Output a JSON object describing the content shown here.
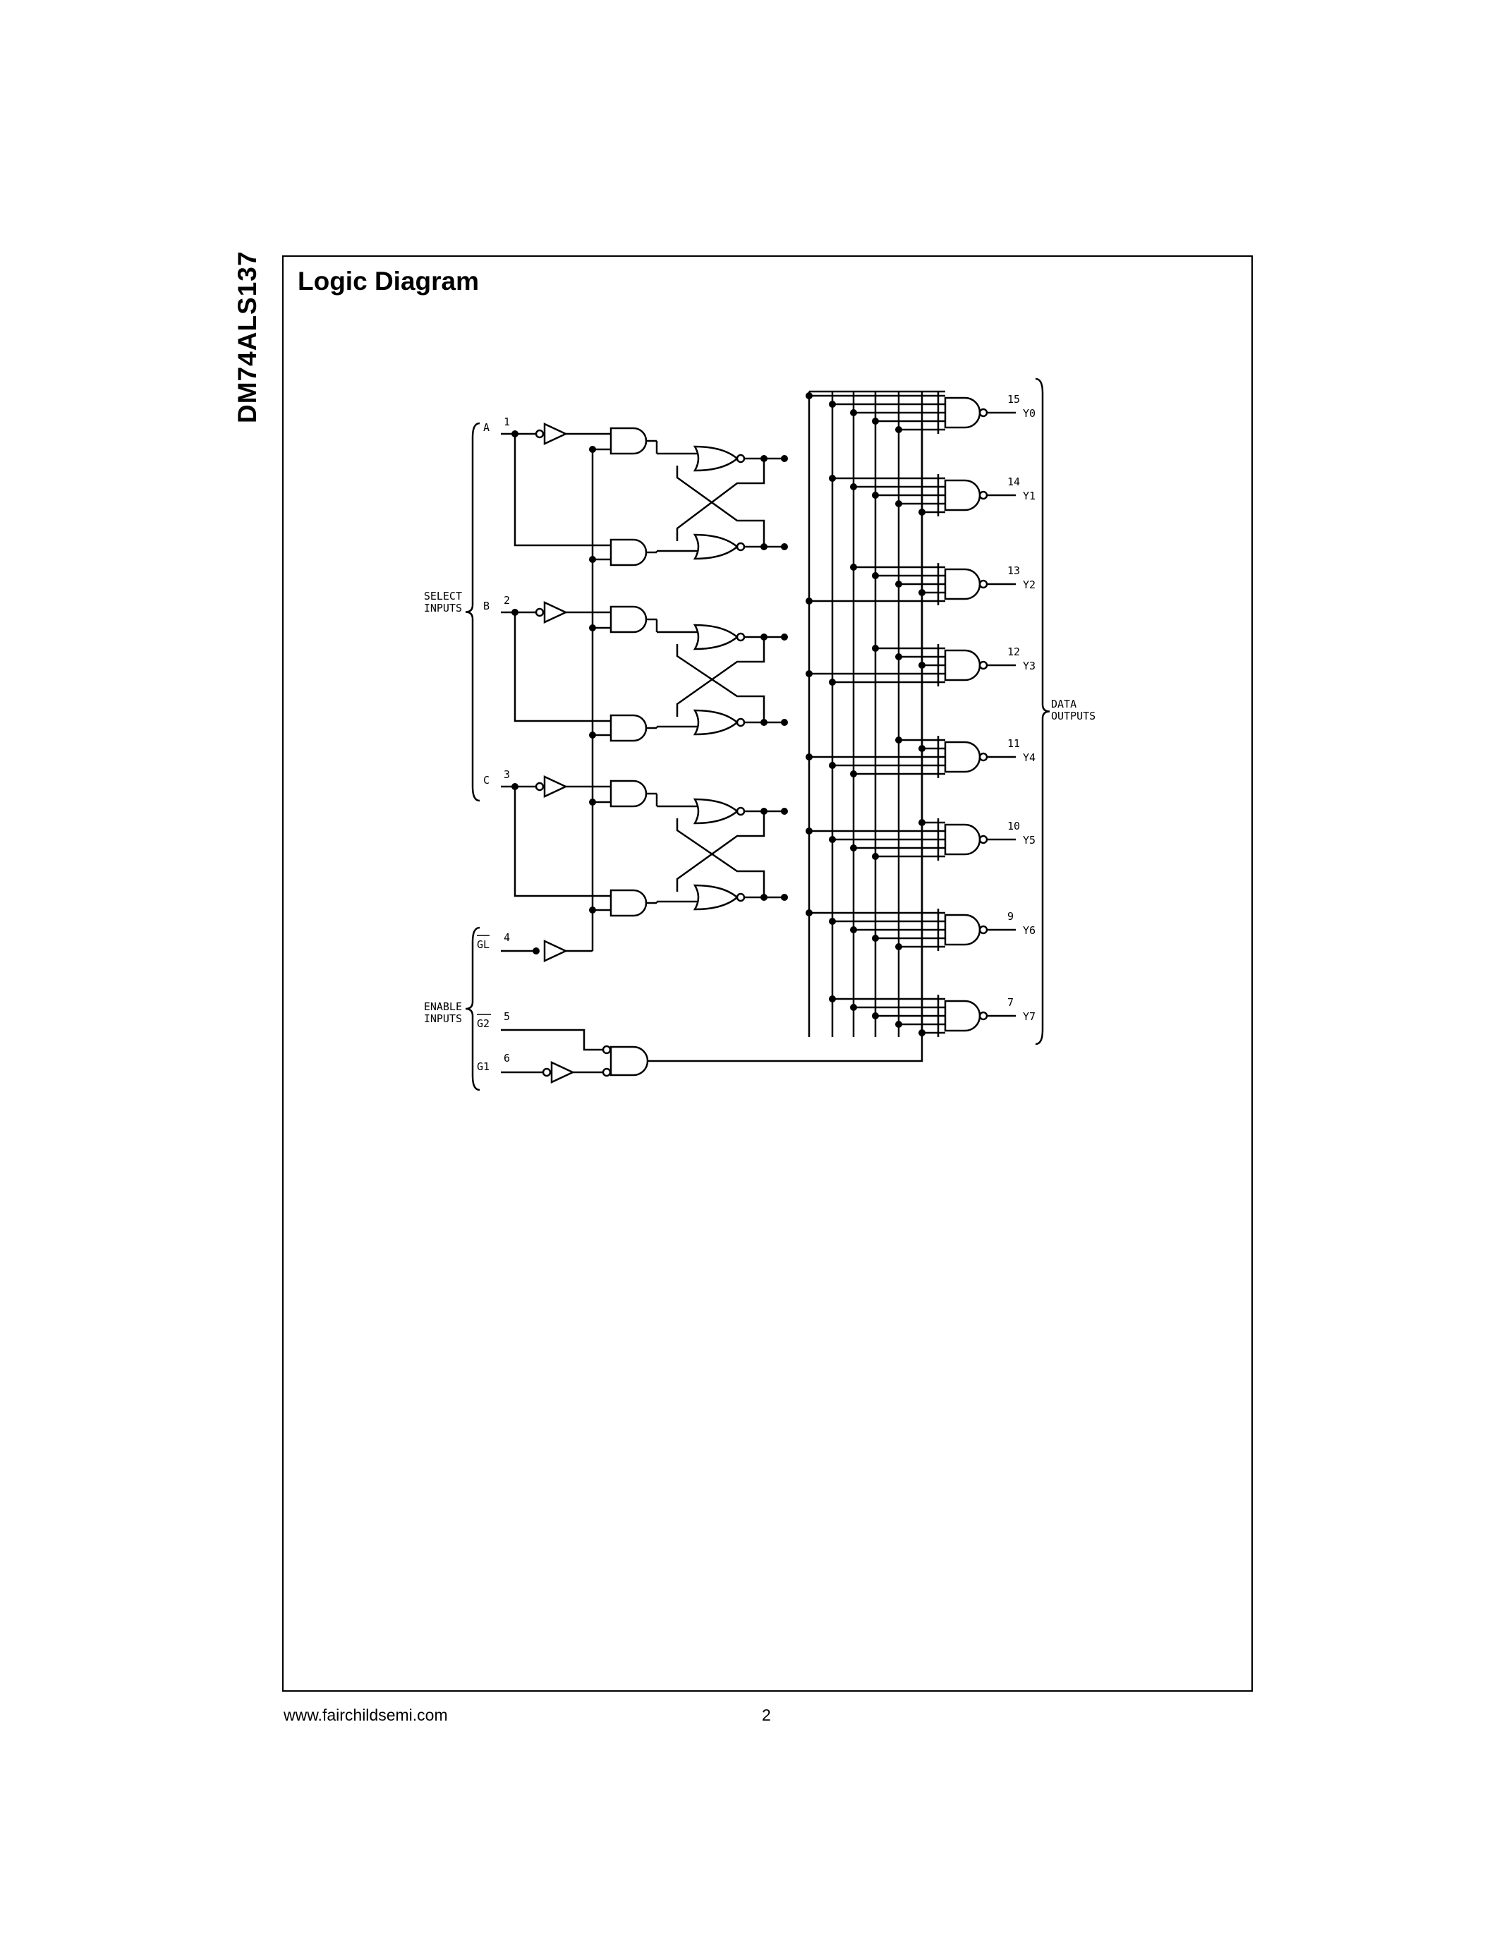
{
  "part_number": "DM74ALS137",
  "section_title": "Logic Diagram",
  "footer": {
    "url": "www.fairchildsemi.com",
    "page": "2"
  },
  "diagram": {
    "group_labels": {
      "select": [
        "SELECT",
        "INPUTS"
      ],
      "enable": [
        "ENABLE",
        "INPUTS"
      ],
      "outputs": [
        "DATA",
        "OUTPUTS"
      ]
    },
    "inputs": [
      {
        "name": "A",
        "pin": "1"
      },
      {
        "name": "B",
        "pin": "2"
      },
      {
        "name": "C",
        "pin": "3"
      },
      {
        "name": "GL",
        "pin": "4",
        "overbar": true
      },
      {
        "name": "G2",
        "pin": "5",
        "overbar": true
      },
      {
        "name": "G1",
        "pin": "6",
        "overbar": false
      }
    ],
    "outputs": [
      {
        "name": "Y0",
        "pin": "15"
      },
      {
        "name": "Y1",
        "pin": "14"
      },
      {
        "name": "Y2",
        "pin": "13"
      },
      {
        "name": "Y3",
        "pin": "12"
      },
      {
        "name": "Y4",
        "pin": "11"
      },
      {
        "name": "Y5",
        "pin": "10"
      },
      {
        "name": "Y6",
        "pin": "9"
      },
      {
        "name": "Y7",
        "pin": "7"
      }
    ]
  }
}
